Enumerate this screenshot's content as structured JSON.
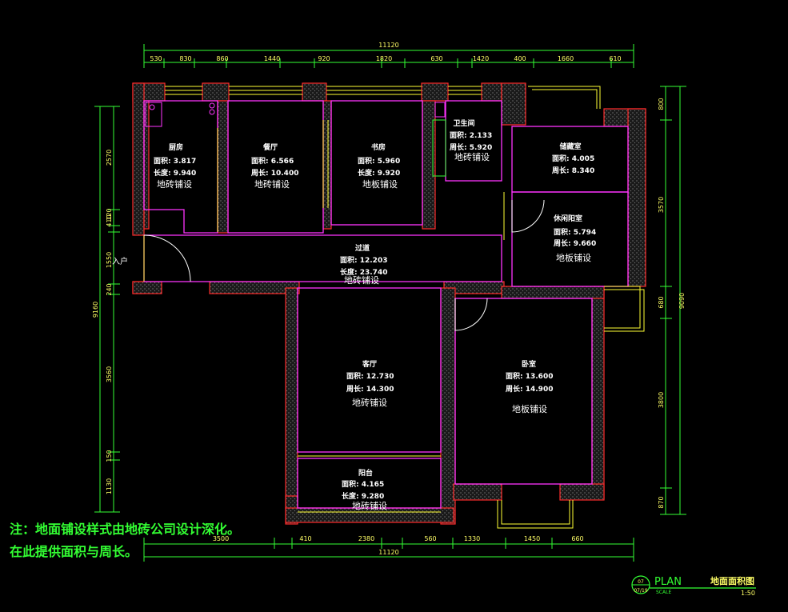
{
  "dimensions": {
    "top_total": "11120",
    "top_segments": [
      "530",
      "830",
      "860",
      "1440",
      "920",
      "1820",
      "630",
      "1420",
      "400",
      "1660",
      "610"
    ],
    "bottom_total": "11120",
    "bottom_segments": [
      "3500",
      "410",
      "2380",
      "560",
      "1330",
      "1450",
      "660"
    ],
    "left_total": "9160",
    "left_segments": [
      "2570",
      "410",
      "120",
      "1550",
      "240",
      "3560",
      "150",
      "1130"
    ],
    "right_total": "9090",
    "right_segments": [
      "800",
      "3570",
      "680",
      "3800",
      "870"
    ]
  },
  "rooms": {
    "kitchen": {
      "name": "厨房",
      "area": "面积: 3.817",
      "perim": "长度: 9.940",
      "floor": "地砖铺设"
    },
    "dining": {
      "name": "餐厅",
      "area": "面积: 6.566",
      "perim": "周长: 10.400",
      "floor": "地砖铺设"
    },
    "study": {
      "name": "书房",
      "area": "面积: 5.960",
      "perim": "长度: 9.920",
      "floor": "地板铺设"
    },
    "bathroom": {
      "name": "卫生间",
      "area": "面积: 2.133",
      "perim": "周长: 5.920",
      "floor": "地砖铺设"
    },
    "storage": {
      "name": "储藏室",
      "area": "面积: 4.005",
      "perim": "周长: 8.340",
      "floor": ""
    },
    "lounge": {
      "name": "休闲阳室",
      "area": "面积: 5.794",
      "perim": "周长: 9.660",
      "floor": "地板铺设"
    },
    "corridor": {
      "name": "过道",
      "area": "面积: 12.203",
      "perim": "长度: 23.740",
      "floor": "地砖铺设"
    },
    "living": {
      "name": "客厅",
      "area": "面积: 12.730",
      "perim": "周长: 14.300",
      "floor": "地砖铺设"
    },
    "bedroom": {
      "name": "卧室",
      "area": "面积: 13.600",
      "perim": "周长: 14.900",
      "floor": "地板铺设"
    },
    "balcony": {
      "name": "阳台",
      "area": "面积: 4.165",
      "perim": "长度: 9.280",
      "floor": "地砖铺设"
    },
    "entrance": {
      "name": "入户"
    }
  },
  "note": {
    "line1": "注：地面铺设样式由地砖公司设计深化。",
    "line2": "在此提供面积与周长。"
  },
  "title_block": {
    "plan": "PLAN",
    "scale_label": "SCALE",
    "title": "地面面积图",
    "scale": "1:50",
    "sheet_top": "07",
    "sheet_bottom": "07/19"
  },
  "colors": {
    "wall": "#ff2b2b",
    "room_outline": "#ff33ff",
    "dimension": "#33ff33",
    "dim_text": "#ffff66",
    "window": "#ffff33",
    "note": "#33ff33"
  }
}
